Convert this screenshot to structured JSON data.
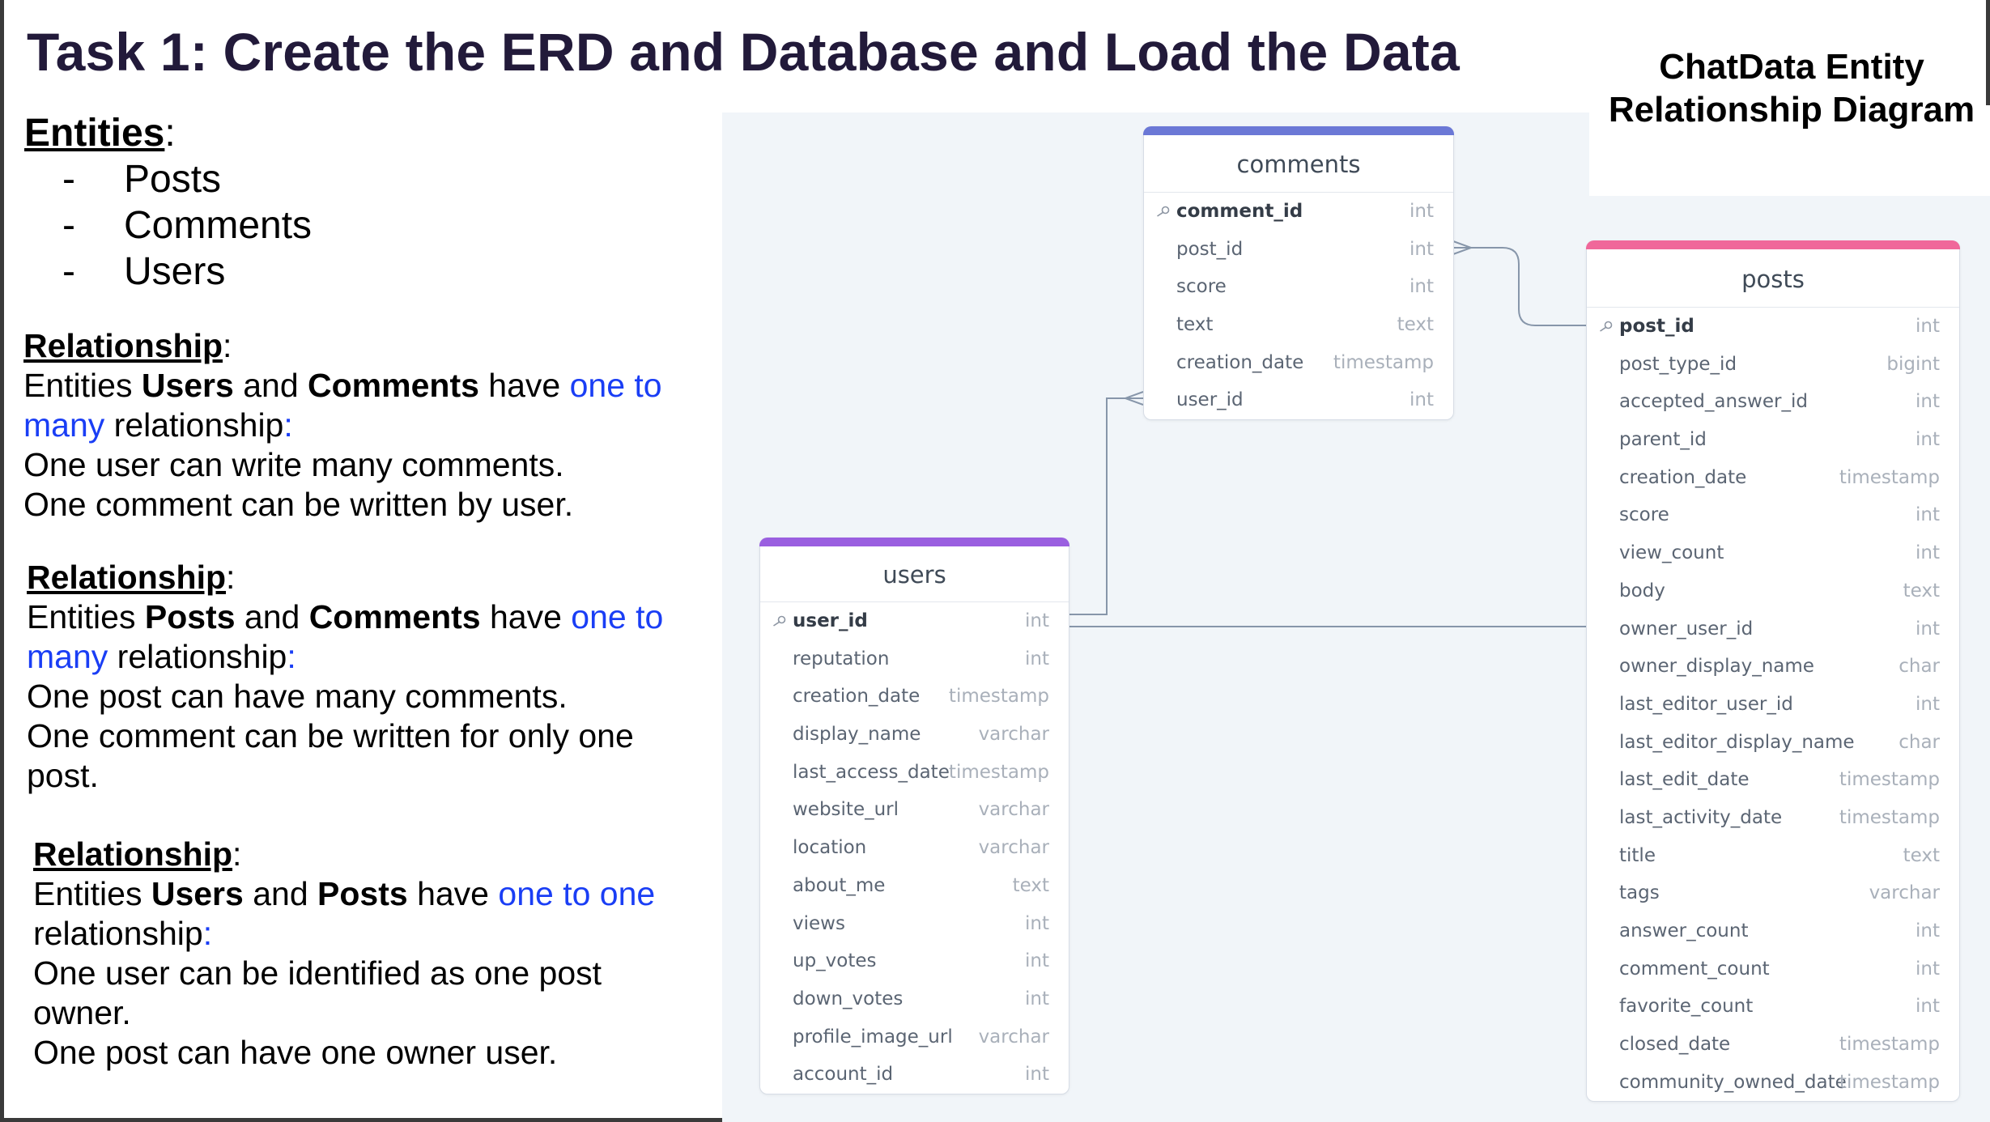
{
  "title": "Task 1: Create the ERD and Database and Load the Data",
  "diagram_title": "ChatData Entity Relationship Diagram",
  "notes": {
    "entities_heading": "Entities",
    "entities": [
      "Posts",
      "Comments",
      "Users"
    ],
    "relationships": [
      {
        "heading": "Relationship",
        "intro_prefix": "Entities ",
        "entity_a": "Users",
        "intro_and": " and ",
        "entity_b": "Comments",
        "intro_have": " have ",
        "cardinality": "one to many",
        "intro_suffix": " relationship",
        "lines": [
          "One user can write many comments.",
          "One comment can be written by user."
        ]
      },
      {
        "heading": "Relationship",
        "intro_prefix": "Entities ",
        "entity_a": "Posts",
        "intro_and": " and ",
        "entity_b": "Comments",
        "intro_have": " have ",
        "cardinality": "one to many",
        "intro_suffix": " relationship",
        "lines": [
          "One post can have many comments.",
          "One comment can be written for only one post."
        ]
      },
      {
        "heading": "Relationship",
        "intro_prefix": "Entities ",
        "entity_a": "Users",
        "intro_and": " and ",
        "entity_b": "Posts",
        "intro_have": " have ",
        "cardinality": "one to one",
        "intro_suffix": "relationship",
        "lines": [
          "One user can be identified as one post owner.",
          "One post can have one owner user."
        ]
      }
    ]
  },
  "colors": {
    "comments_accent": "#6b78d6",
    "users_accent": "#9a5fe0",
    "posts_accent": "#f0679a",
    "connector": "#8796aa",
    "cardinality_text": "#1a3ef5"
  },
  "tables": {
    "comments": {
      "name": "comments",
      "fields": [
        {
          "name": "comment_id",
          "type": "int",
          "pk": true
        },
        {
          "name": "post_id",
          "type": "int"
        },
        {
          "name": "score",
          "type": "int"
        },
        {
          "name": "text",
          "type": "text"
        },
        {
          "name": "creation_date",
          "type": "timestamp"
        },
        {
          "name": "user_id",
          "type": "int"
        }
      ]
    },
    "users": {
      "name": "users",
      "fields": [
        {
          "name": "user_id",
          "type": "int",
          "pk": true
        },
        {
          "name": "reputation",
          "type": "int"
        },
        {
          "name": "creation_date",
          "type": "timestamp"
        },
        {
          "name": "display_name",
          "type": "varchar"
        },
        {
          "name": "last_access_date",
          "type": "timestamp"
        },
        {
          "name": "website_url",
          "type": "varchar"
        },
        {
          "name": "location",
          "type": "varchar"
        },
        {
          "name": "about_me",
          "type": "text"
        },
        {
          "name": "views",
          "type": "int"
        },
        {
          "name": "up_votes",
          "type": "int"
        },
        {
          "name": "down_votes",
          "type": "int"
        },
        {
          "name": "profile_image_url",
          "type": "varchar"
        },
        {
          "name": "account_id",
          "type": "int"
        }
      ]
    },
    "posts": {
      "name": "posts",
      "fields": [
        {
          "name": "post_id",
          "type": "int",
          "pk": true
        },
        {
          "name": "post_type_id",
          "type": "bigint"
        },
        {
          "name": "accepted_answer_id",
          "type": "int"
        },
        {
          "name": "parent_id",
          "type": "int"
        },
        {
          "name": "creation_date",
          "type": "timestamp"
        },
        {
          "name": "score",
          "type": "int"
        },
        {
          "name": "view_count",
          "type": "int"
        },
        {
          "name": "body",
          "type": "text"
        },
        {
          "name": "owner_user_id",
          "type": "int"
        },
        {
          "name": "owner_display_name",
          "type": "char"
        },
        {
          "name": "last_editor_user_id",
          "type": "int"
        },
        {
          "name": "last_editor_display_name",
          "type": "char"
        },
        {
          "name": "last_edit_date",
          "type": "timestamp"
        },
        {
          "name": "last_activity_date",
          "type": "timestamp"
        },
        {
          "name": "title",
          "type": "text"
        },
        {
          "name": "tags",
          "type": "varchar"
        },
        {
          "name": "answer_count",
          "type": "int"
        },
        {
          "name": "comment_count",
          "type": "int"
        },
        {
          "name": "favorite_count",
          "type": "int"
        },
        {
          "name": "closed_date",
          "type": "timestamp"
        },
        {
          "name": "community_owned_date",
          "type": "timestamp"
        }
      ]
    }
  },
  "relations": [
    {
      "from_table": "comments",
      "from_field": "post_id",
      "to_table": "posts",
      "to_field": "post_id",
      "type": "many-to-one"
    },
    {
      "from_table": "comments",
      "from_field": "user_id",
      "to_table": "users",
      "to_field": "user_id",
      "type": "many-to-one"
    },
    {
      "from_table": "users",
      "from_field": "user_id",
      "to_table": "posts",
      "to_field": "owner_user_id",
      "type": "one-to-one"
    }
  ]
}
